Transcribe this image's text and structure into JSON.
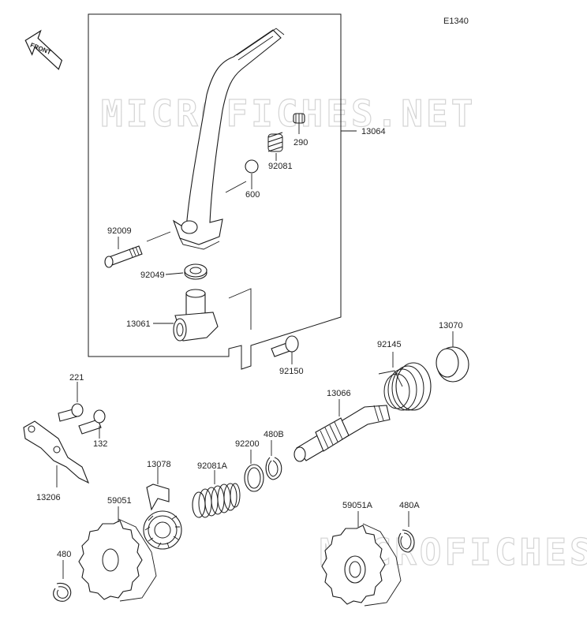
{
  "diagram": {
    "code": "E1340",
    "front_label": "FRONT",
    "watermarks": [
      "MICROFICHES.NET",
      "MICROFICHES.NET"
    ],
    "callouts": {
      "c13064": "13064",
      "c290": "290",
      "c92081": "92081",
      "c600": "600",
      "c92009": "92009",
      "c92049": "92049",
      "c13061": "13061",
      "c92150": "92150",
      "c13070": "13070",
      "c92145": "92145",
      "c13066": "13066",
      "c221": "221",
      "c132": "132",
      "c13206": "13206",
      "c92200": "92200",
      "c480B": "480B",
      "c92081A": "92081A",
      "c13078": "13078",
      "c59051": "59051",
      "c59051A": "59051A",
      "c480A": "480A",
      "c480": "480"
    }
  }
}
